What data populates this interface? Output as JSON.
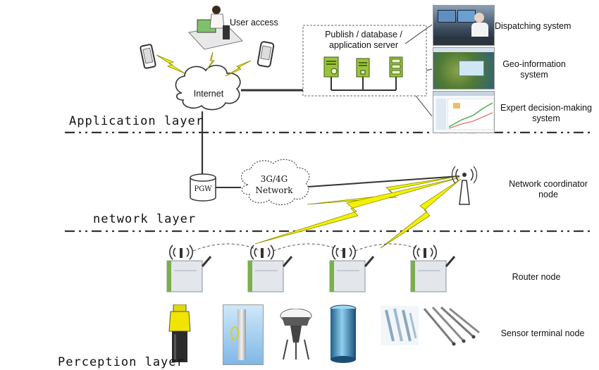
{
  "labels": {
    "user_access": "User access",
    "server": "Publish / database / application server",
    "internet": "Internet",
    "dispatching": "Dispatching system",
    "geo": "Geo-information system",
    "expert": "Expert decision-making system",
    "pgw": "PGW",
    "network_3g4g": "3G/4G Network",
    "coordinator": "Network coordinator node",
    "router": "Router node",
    "sensor": "Sensor terminal node"
  },
  "layers": {
    "application": "Application layer",
    "network": "network layer",
    "perception": "Perception layer"
  },
  "colors": {
    "lightning": "#f4f200",
    "lightning_stroke": "#8a8a00",
    "server": "#9bc43b",
    "router_body": "#e3e6ea",
    "router_edge": "#7ab04a",
    "line": "#333333"
  }
}
